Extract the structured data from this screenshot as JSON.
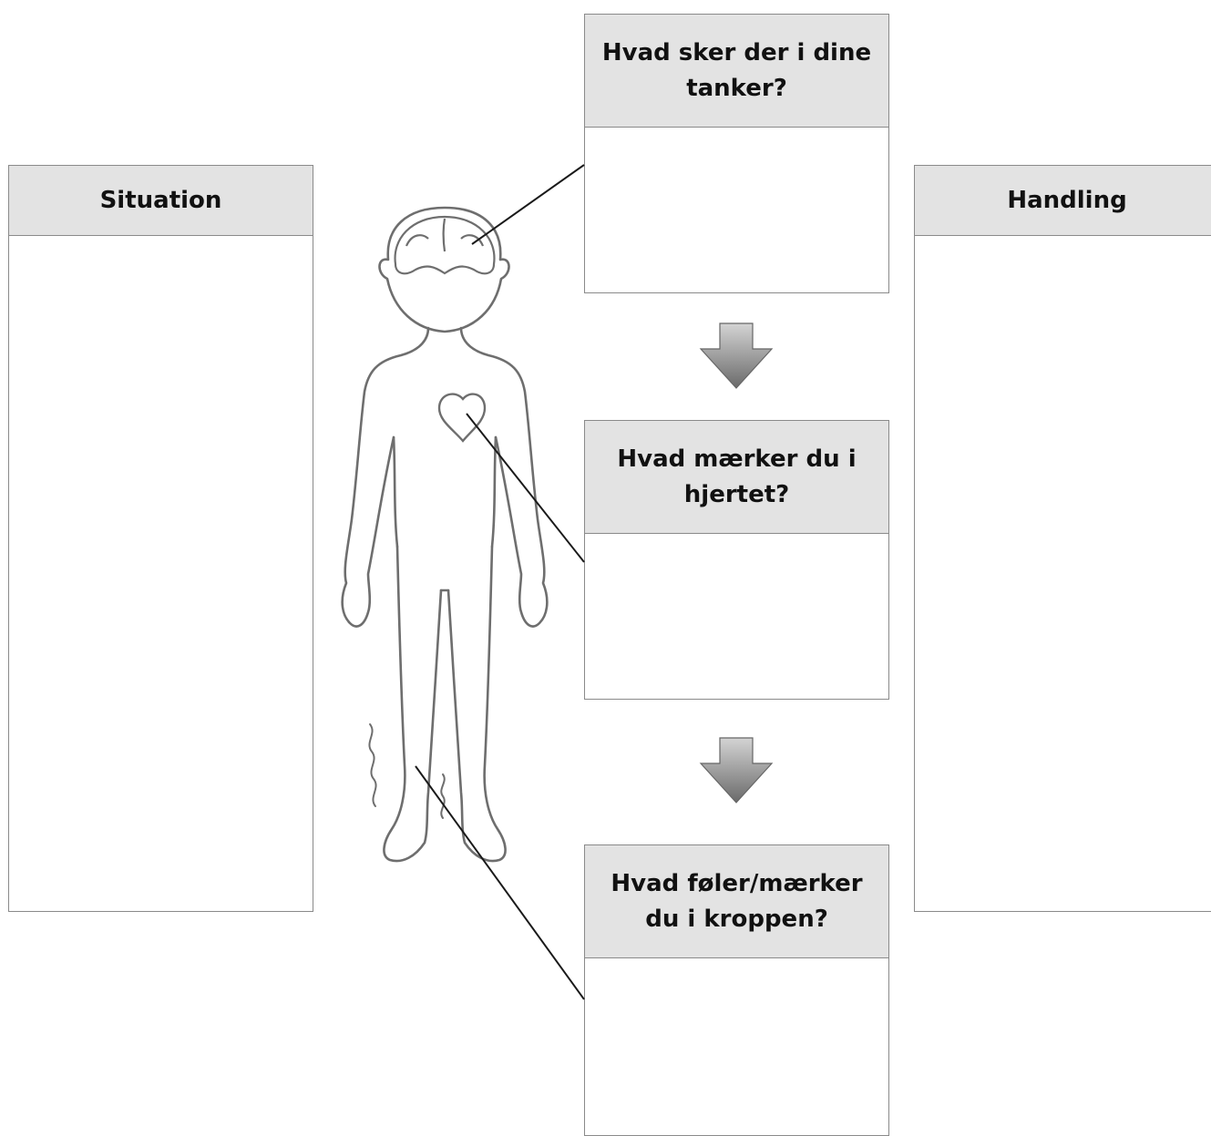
{
  "boxes": {
    "situation": {
      "title": "Situation"
    },
    "thoughts": {
      "title": "Hvad sker der i dine tanker?"
    },
    "heart": {
      "title": "Hvad mærker du i hjertet?"
    },
    "body": {
      "title": "Hvad føler/mærker du i kroppen?"
    },
    "action": {
      "title": "Handling"
    }
  },
  "colors": {
    "header_fill": "#e3e3e3",
    "border": "#8a8a8a",
    "figure_stroke": "#6e6e6e",
    "arrow_fill_top": "#cfcfcf",
    "arrow_fill_bottom": "#6a6a6a"
  },
  "icons": [
    "human-figure-illustration",
    "brain-icon",
    "heart-icon",
    "down-arrow-icon"
  ]
}
